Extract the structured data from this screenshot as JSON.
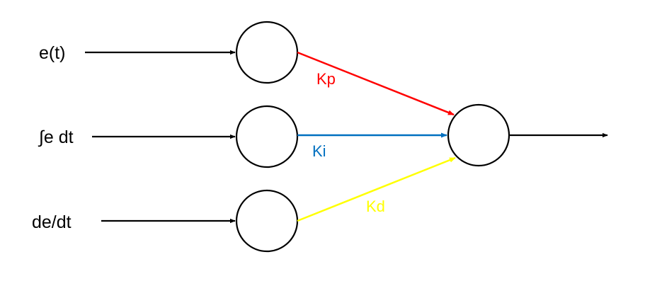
{
  "inputs": [
    {
      "label": "e(t)"
    },
    {
      "label": "∫e dt"
    },
    {
      "label": "de/dt"
    }
  ],
  "weights": [
    {
      "label": "Kp",
      "color": "#ff0000"
    },
    {
      "label": "Ki",
      "color": "#0070c0"
    },
    {
      "label": "Kd",
      "color": "#ffff00"
    }
  ],
  "colors": {
    "line": "#000000",
    "background": "#ffffff"
  }
}
